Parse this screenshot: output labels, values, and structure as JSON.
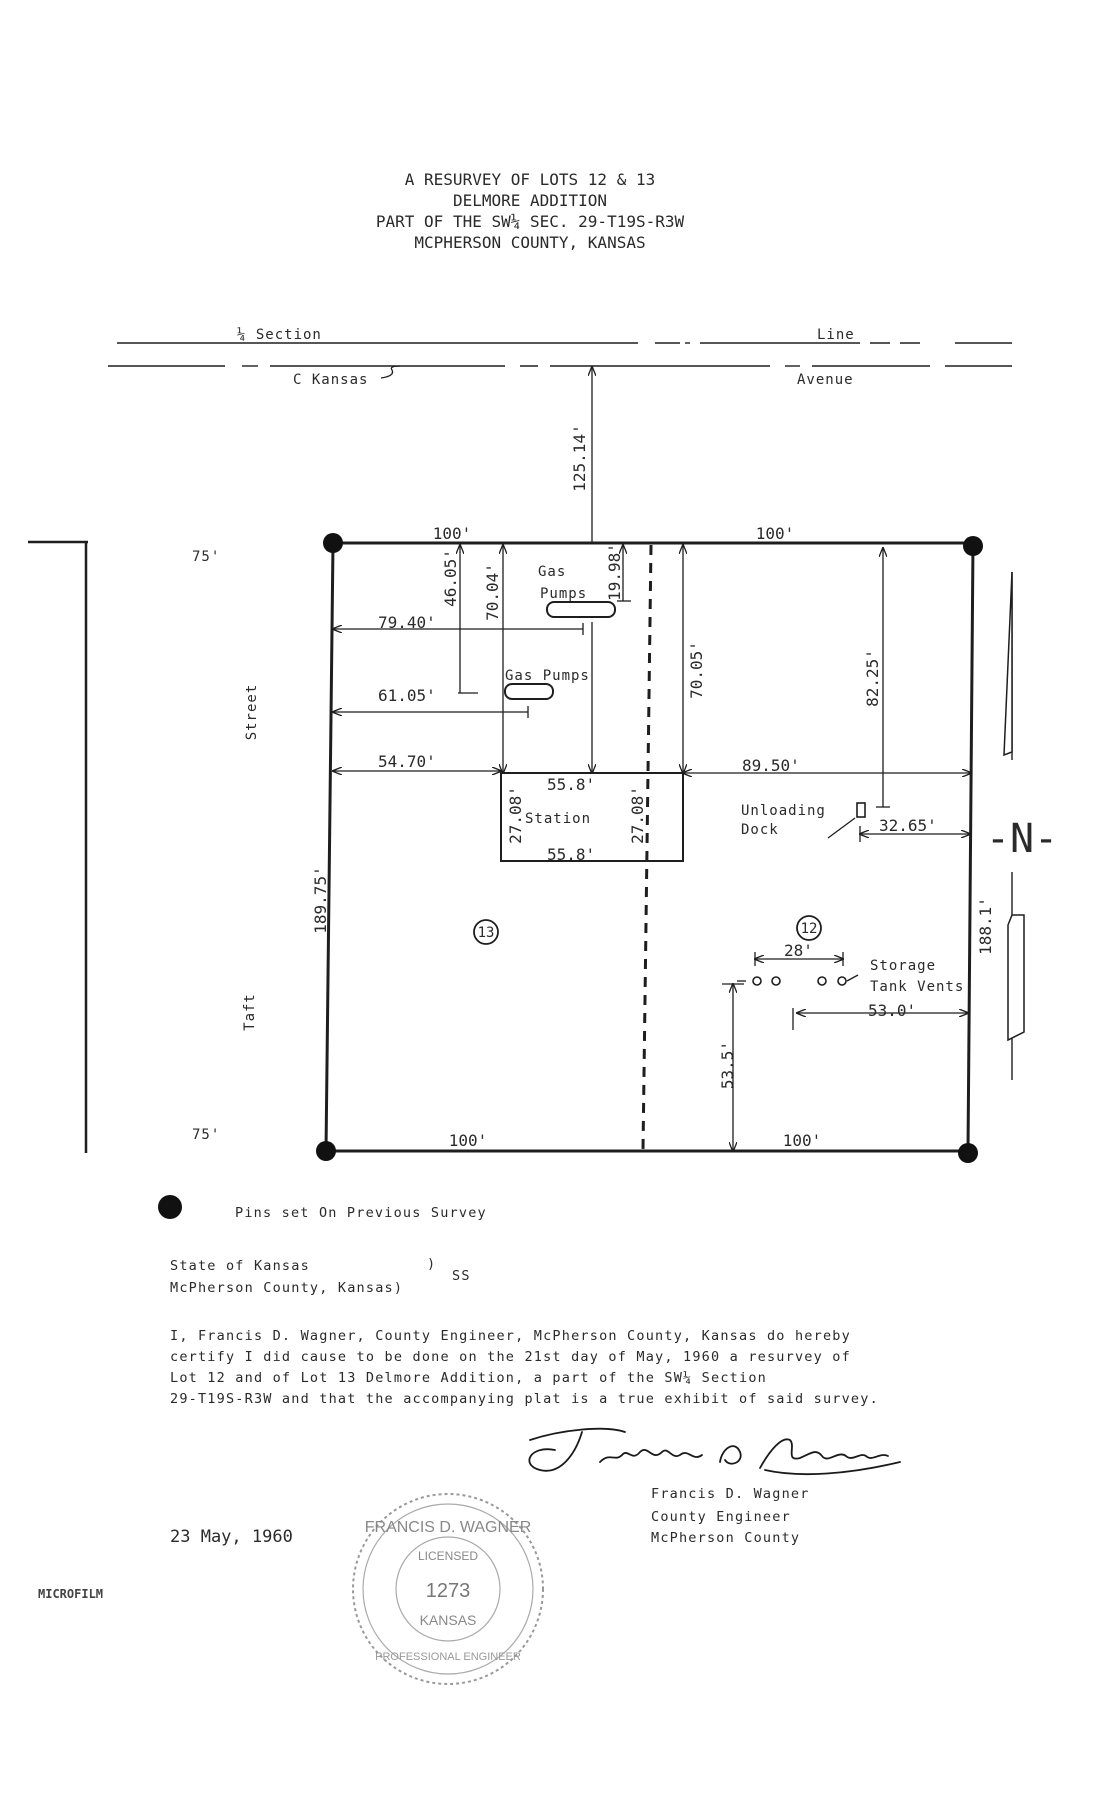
{
  "title": {
    "line1": "A RESURVEY OF LOTS 12 & 13",
    "line2": "DELMORE ADDITION",
    "line3": "PART OF THE SW¼ SEC. 29-T19S-R3W",
    "line4": "MCPHERSON COUNTY, KANSAS"
  },
  "roads": {
    "quarter_section": "¼ Section",
    "line": "Line",
    "c_kansas": "C Kansas",
    "avenue": "Avenue",
    "street": "Street",
    "taft": "Taft"
  },
  "lot_widths": {
    "top_left": "100'",
    "top_right": "100'",
    "bottom_left": "100'",
    "bottom_right": "100'",
    "street_top": "75'",
    "street_bottom": "75'"
  },
  "dimensions": {
    "d125": "125.14'",
    "d46": "46.05'",
    "d70a": "70.04'",
    "d19": "19.98'",
    "d70b": "70.05'",
    "d82": "82.25'",
    "d79": "79.40'",
    "d61": "61.05'",
    "d54": "54.70'",
    "d89": "89.50'",
    "d55a": "55.8'",
    "d55b": "55.8'",
    "d27a": "27.08'",
    "d27b": "27.08'",
    "d32": "32.65'",
    "d189": "189.75'",
    "d188": "188.1'",
    "d28": "28'",
    "d53a": "53.0'",
    "d53b": "53.5'"
  },
  "features": {
    "gas_pumps_1a": "Gas",
    "gas_pumps_1b": "Pumps",
    "gas_pumps_2": "Gas Pumps",
    "station": "Station",
    "unloading": "Unloading",
    "dock": "Dock",
    "storage": "Storage",
    "tank_vents": "Tank Vents",
    "lot13": "13",
    "lot12": "12"
  },
  "north": "-N-",
  "legend": "Pins set On Previous Survey",
  "certificate": {
    "state": "State of Kansas",
    "county": "McPherson County, Kansas)",
    "paren": ")",
    "ss": "SS",
    "line1": "I, Francis D. Wagner, County Engineer, McPherson County, Kansas do hereby",
    "line2": "certify I did cause to be done on the 21st day of May, 1960 a resurvey of",
    "line3": "Lot 12 and of Lot 13 Delmore Addition, a part of the SW¼ Section",
    "line4": "29-T19S-R3W and that the accompanying plat is a true exhibit of said survey."
  },
  "signature": {
    "name": "Francis D. Wagner",
    "title": "County Engineer",
    "county": "McPherson County"
  },
  "date": "23 May, 1960",
  "seal": {
    "name": "FRANCIS D. WAGNER",
    "licensed": "LICENSED",
    "number": "1273",
    "state": "KANSAS",
    "profession": "PROFESSIONAL ENGINEER"
  },
  "microfilm": "MICROFILM"
}
